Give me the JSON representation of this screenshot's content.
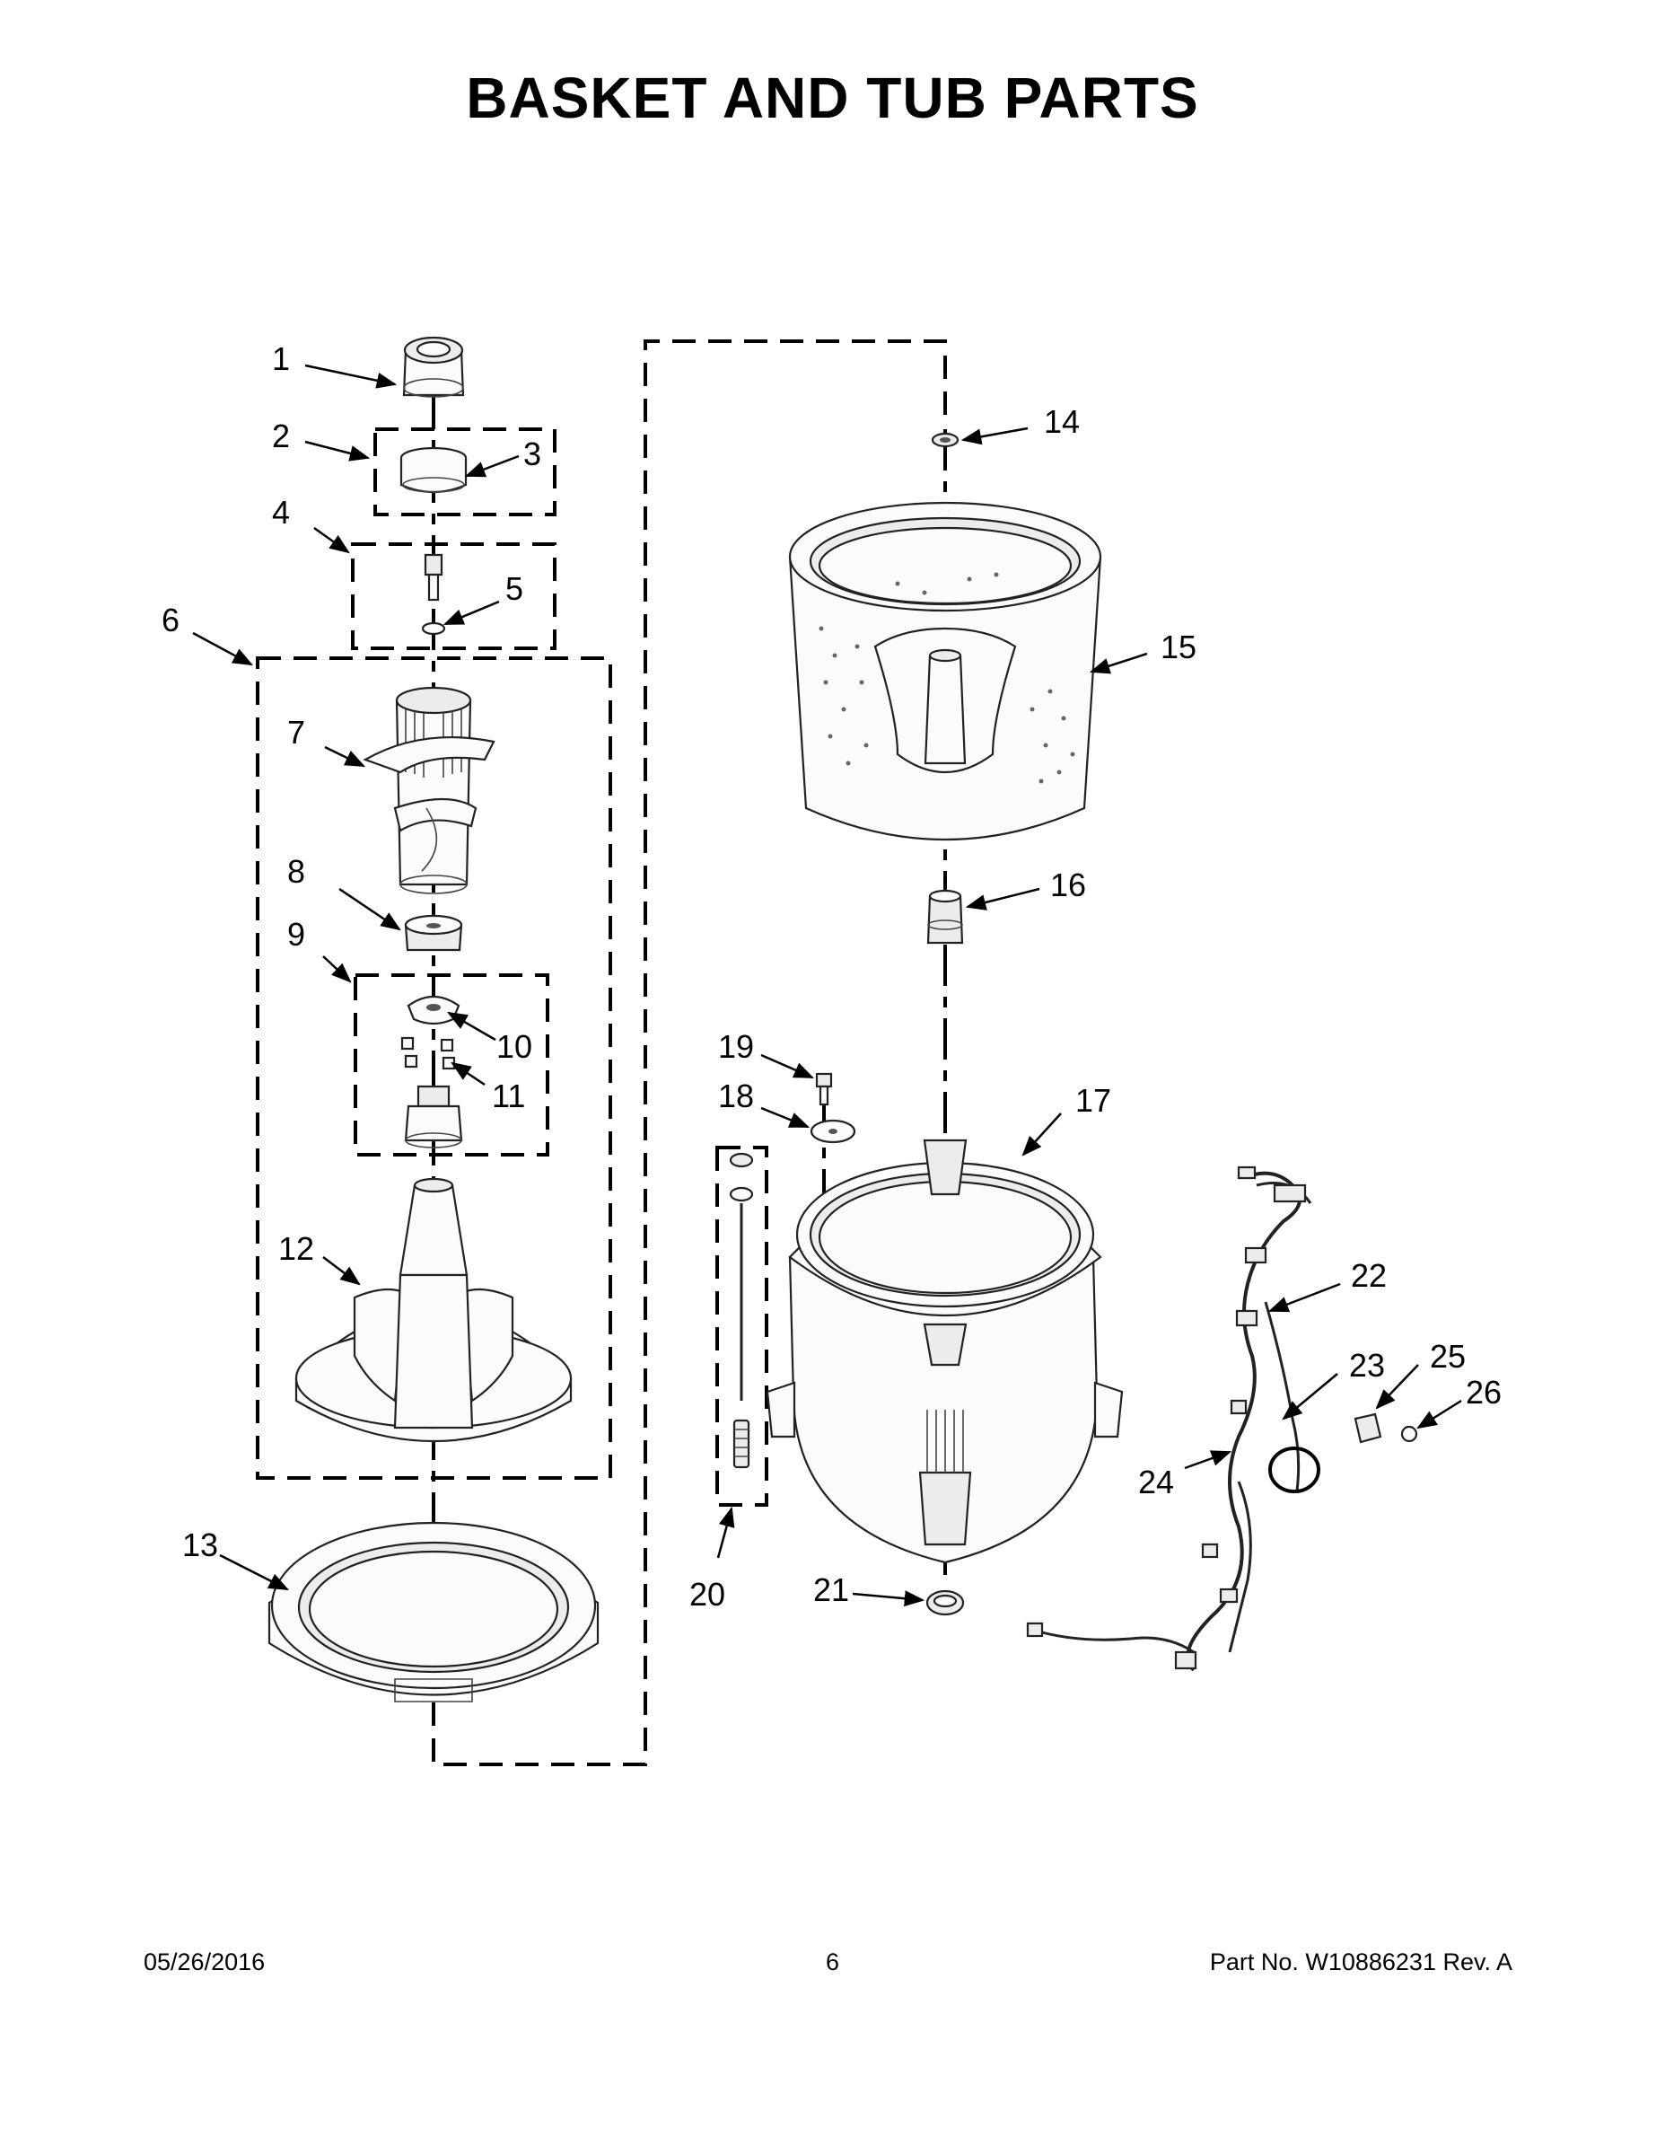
{
  "title": "BASKET AND TUB PARTS",
  "footer": {
    "date": "05/26/2016",
    "page": "6",
    "part_no": "Part No.  W10886231  Rev.  A"
  },
  "callouts": [
    "1",
    "2",
    "3",
    "4",
    "5",
    "6",
    "7",
    "8",
    "9",
    "10",
    "11",
    "12",
    "13",
    "14",
    "15",
    "16",
    "17",
    "18",
    "19",
    "20",
    "21",
    "22",
    "23",
    "24",
    "25",
    "26"
  ]
}
